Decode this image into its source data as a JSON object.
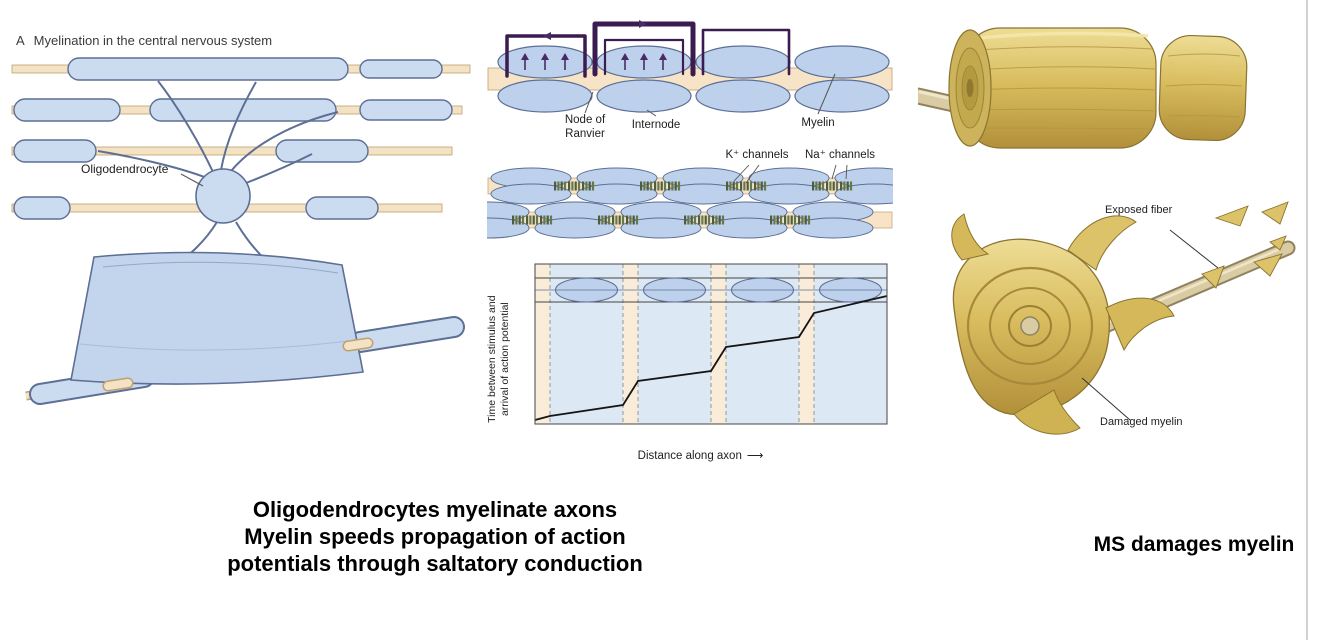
{
  "left_panel": {
    "part_label": "A",
    "title": "Myelination in the central nervous system",
    "oligodendrocyte_label": "Oligodendrocyte"
  },
  "middle_panel": {
    "node_label": "Node of Ranvier",
    "internode_label": "Internode",
    "myelin_label": "Myelin",
    "k_channels_label": "K⁺ channels",
    "na_channels_label": "Na⁺ channels",
    "graph": {
      "ylabel": "Time between stimulus and arrival of action potential",
      "xlabel": "Distance along axon",
      "xlabel_arrow": "⟶"
    }
  },
  "right_panel": {
    "exposed_fiber_label": "Exposed fiber",
    "damaged_myelin_label": "Damaged myelin"
  },
  "captions": {
    "main": [
      "Oligodendrocytes myelinate axons",
      "Myelin speeds propagation of action",
      "potentials through saltatory conduction"
    ],
    "side": "MS damages myelin"
  },
  "colors": {
    "myelin_blue": "#ccdcf0",
    "axon_tan": "#f7e4c6",
    "current_purple": "#3a1c50",
    "channel_green": "#4f5d3c",
    "gold_myelin": "#d9bd5f"
  }
}
